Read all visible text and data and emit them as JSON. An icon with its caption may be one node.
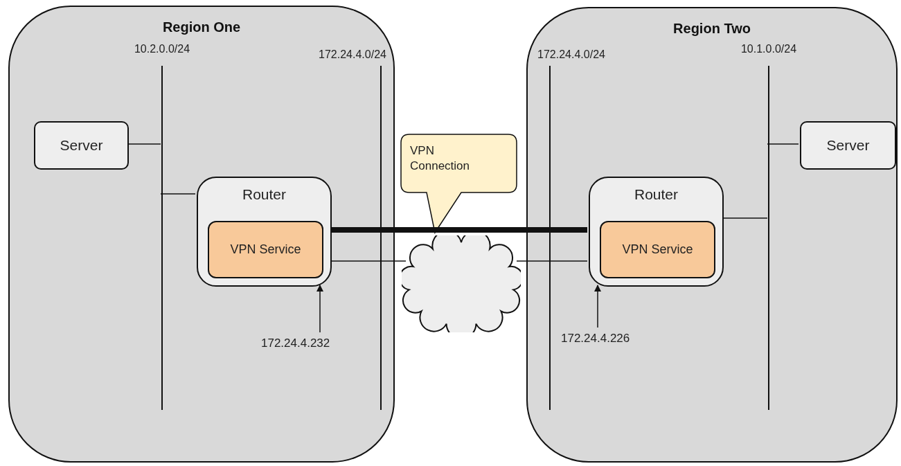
{
  "diagram": {
    "nodes": [
      {
        "text": [
          "Region One"
        ]
      },
      {
        "text": [
          "10.2.0.0/24"
        ],
        "in": 0
      },
      {
        "text": [
          "172.24.4.0/24"
        ],
        "in": 0
      },
      {
        "text": [
          "Server"
        ],
        "in": 0
      },
      {
        "text": [
          "Router"
        ],
        "in": 0
      },
      {
        "text": [
          "VPN Service"
        ],
        "in": 4
      },
      {
        "text": [
          "172.24.4.232"
        ],
        "in": 0
      },
      {
        "text": [
          "Region Two"
        ]
      },
      {
        "text": [
          "172.24.4.0/24"
        ],
        "in": 7
      },
      {
        "text": [
          "10.1.0.0/24"
        ],
        "in": 7
      },
      {
        "text": [
          "Server"
        ],
        "in": 7
      },
      {
        "text": [
          "Router"
        ],
        "in": 7
      },
      {
        "text": [
          "VPN Service"
        ],
        "in": 11
      },
      {
        "text": [
          "172.24.4.226"
        ],
        "in": 7
      },
      {
        "text": [],
        "shape": "cloud"
      },
      {
        "text": [
          "VPN Connection"
        ]
      }
    ],
    "edges": [
      {
        "from": 3,
        "to": 1,
        "arrow": "none"
      },
      {
        "from": 4,
        "to": 1,
        "arrow": "none"
      },
      {
        "from": 4,
        "to": 11,
        "arrow": "none",
        "style": "thick"
      },
      {
        "from": 4,
        "to": 2,
        "arrow": "none"
      },
      {
        "from": 2,
        "to": 14,
        "arrow": "none"
      },
      {
        "from": 14,
        "to": 8,
        "arrow": "none"
      },
      {
        "from": 8,
        "to": 11,
        "arrow": "none"
      },
      {
        "from": 11,
        "to": 9,
        "arrow": "none"
      },
      {
        "from": 10,
        "to": 9,
        "arrow": "none"
      },
      {
        "from": 6,
        "to": 4,
        "arrow": "to"
      },
      {
        "from": 13,
        "to": 11,
        "arrow": "to"
      }
    ]
  }
}
